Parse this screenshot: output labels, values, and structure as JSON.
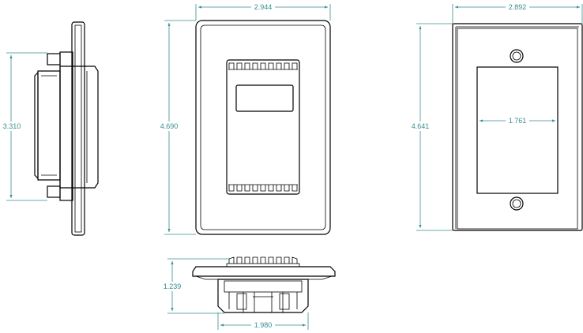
{
  "dimensions": {
    "side_height": "3.310",
    "front_width": "2.944",
    "front_height": "4.690",
    "back_width": "2.892",
    "back_height": "4.641",
    "back_opening_width": "1.761",
    "bottom_depth": "1.239",
    "bottom_width": "1.980"
  },
  "colors": {
    "dimension": "#3a8d8d",
    "outline": "#000000"
  }
}
